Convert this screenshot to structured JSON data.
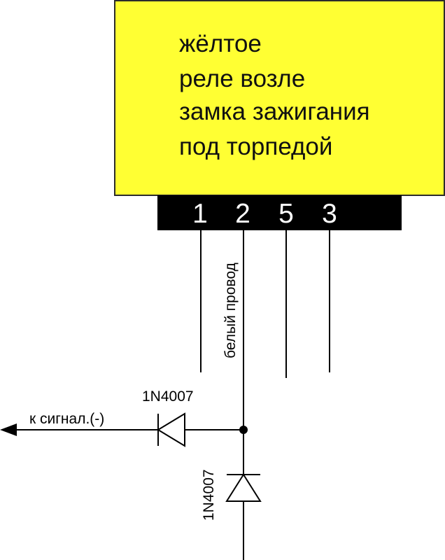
{
  "relay": {
    "lines": [
      "жёлтое",
      "реле возле",
      "замка зажигания",
      "под торпедой"
    ],
    "body_color": "#ffff33",
    "pins": [
      "1",
      "2",
      "5",
      "3"
    ]
  },
  "wire_label": "белый провод",
  "signal_label": "к сигнал.(-)",
  "diodes": [
    {
      "label": "1N4007"
    },
    {
      "label": "1N4007"
    }
  ]
}
